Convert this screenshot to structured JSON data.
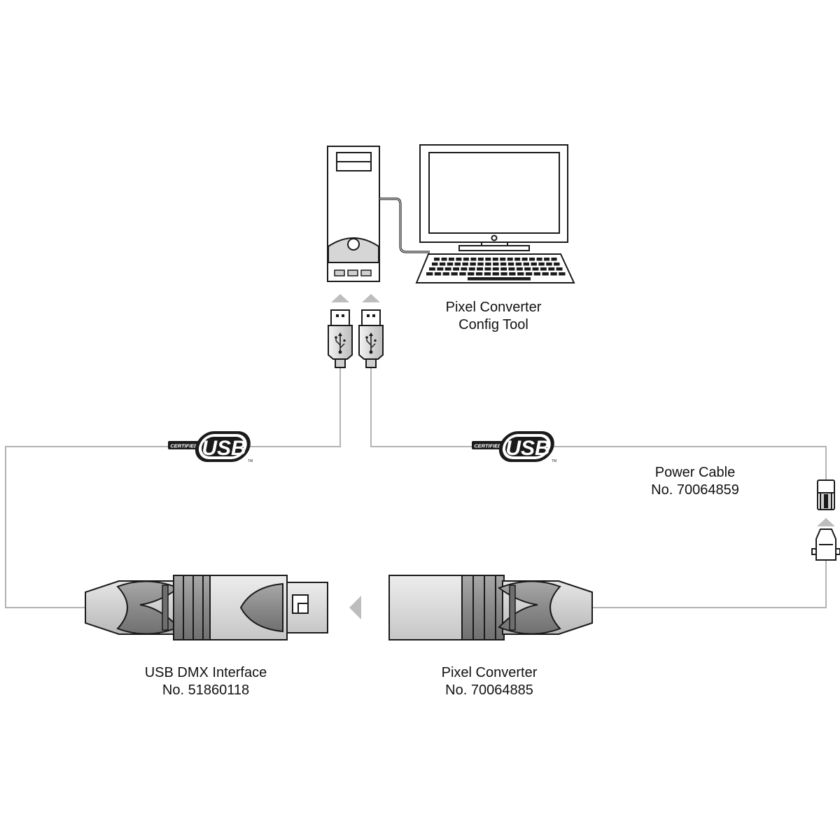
{
  "labels": {
    "config_tool": {
      "line1": "Pixel Converter",
      "line2": "Config Tool"
    },
    "power_cable": {
      "line1": "Power Cable",
      "line2": "No. 70064859"
    },
    "usb_dmx_interface": {
      "line1": "USB DMX Interface",
      "line2": "No. 51860118"
    },
    "pixel_converter": {
      "line1": "Pixel Converter",
      "line2": "No. 70064885"
    }
  },
  "usb_logos": [
    {
      "certified": "CERTIFIED",
      "usb": "USB",
      "tm": "TM"
    },
    {
      "certified": "CERTIFIED",
      "usb": "USB",
      "tm": "TM"
    }
  ],
  "icons": [
    "pc-tower-icon",
    "monitor-icon",
    "keyboard-icon",
    "usb-plug-icon",
    "up-arrow-icon",
    "left-arrow-icon",
    "xlr-connector-icon",
    "power-connector-icon"
  ],
  "colors": {
    "cable": "#b3b3b3",
    "arrow": "#bdbdbd",
    "outline": "#1a1a1a",
    "connector_dark": "#8c8c8c",
    "connector_light": "#d9d9d9"
  }
}
